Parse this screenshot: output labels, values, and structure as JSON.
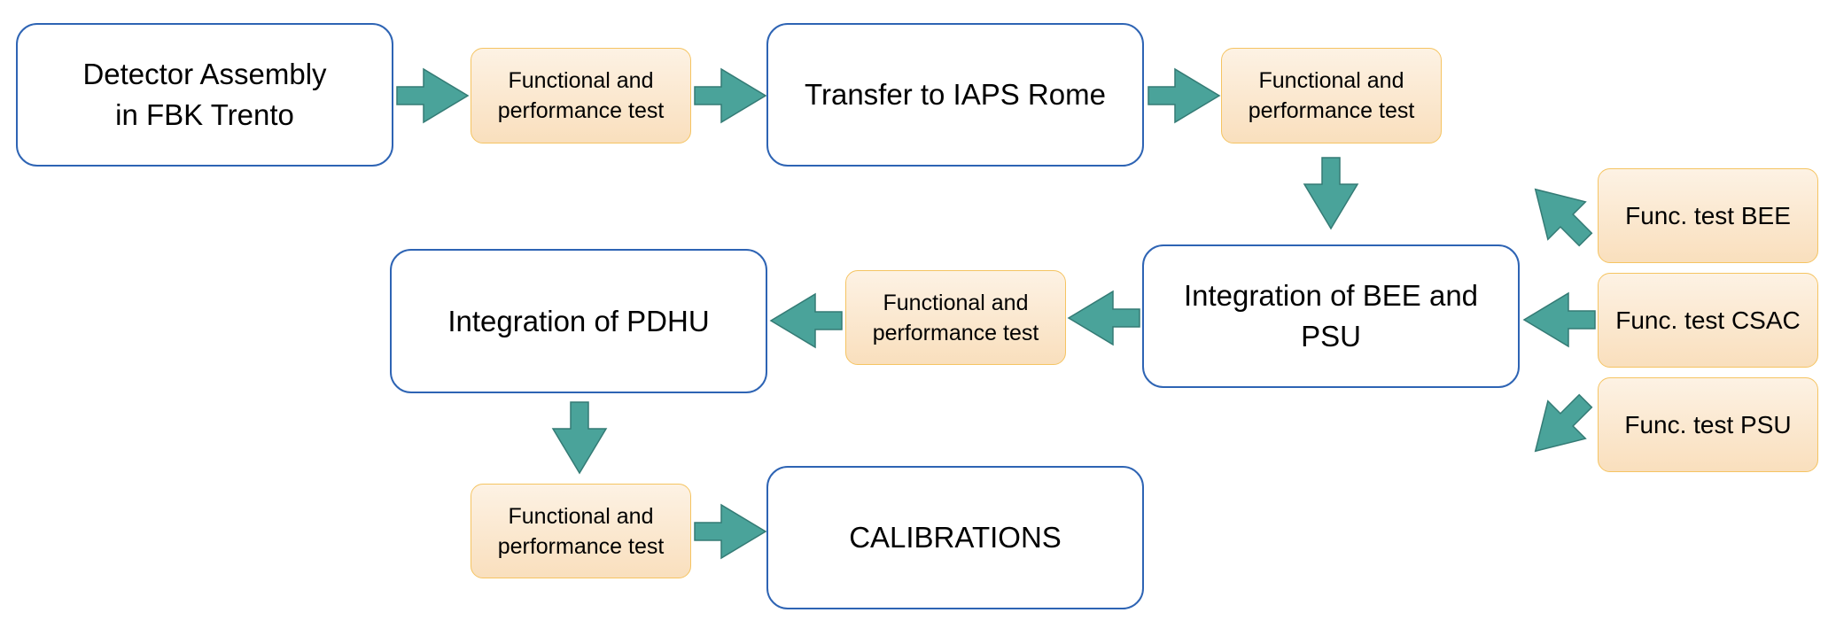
{
  "stages": {
    "detector_assembly": "Detector Assembly\nin FBK Trento",
    "transfer": "Transfer to IAPS Rome",
    "integration_bee_psu": "Integration of BEE and\nPSU",
    "integration_pdhu": "Integration of PDHU",
    "calibrations": "CALIBRATIONS"
  },
  "tests": {
    "test_1": "Functional and\nperformance test",
    "test_2": "Functional and\nperformance test",
    "test_3": "Functional and\nperformance test",
    "test_4": "Functional and\nperformance test",
    "func_bee": "Func. test BEE",
    "func_csac": "Func. test CSAC",
    "func_psu": "Func. test PSU"
  },
  "colors": {
    "stage_border": "#2e64b4",
    "test_fill_top": "#fdf2e4",
    "test_fill_bottom": "#f9dfbd",
    "test_border": "#f5c462",
    "arrow_fill": "#4aa39a"
  }
}
